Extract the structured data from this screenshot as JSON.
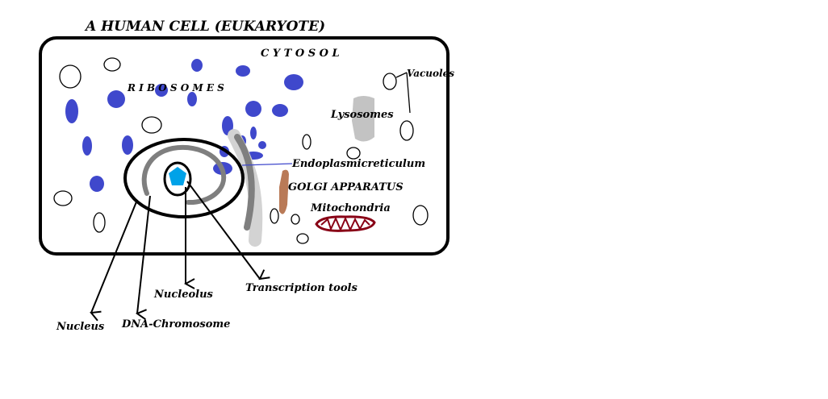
{
  "title": "A HUMAN CELL (EUKARYOTE)",
  "labels": {
    "cytosol": "C Y T O S O L",
    "ribosomes": "R I B O S O M E S",
    "vacuoles": "Vacuoles",
    "lysosomes": "Lysosomes",
    "endoplasmic_reticulum": "Endoplasmicreticulum",
    "golgi": "GOLGI APPARATUS",
    "mitochondria": "Mitochondria",
    "nucleolus": "Nucleolus",
    "transcription_tools": "Transcription tools",
    "nucleus": "Nucleus",
    "dna_chromosome": "DNA-Chromosome"
  },
  "colors": {
    "ribosome": "#3f48cc",
    "nucleolus": "#00a2e8",
    "golgi": "#b97a57",
    "mitochondria": "#880015",
    "lysosome": "#c3c3c3",
    "er": "#7f7f7f",
    "outline": "#000000"
  }
}
